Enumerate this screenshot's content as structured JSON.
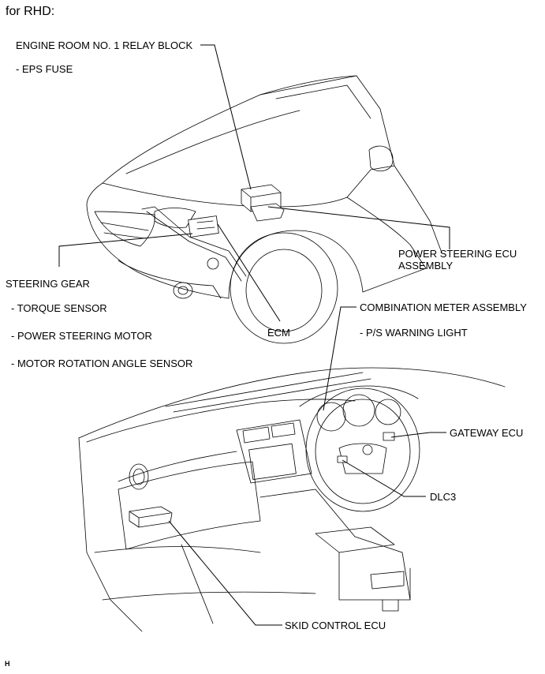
{
  "header": {
    "title": "for RHD:"
  },
  "labels": {
    "relay_block": "ENGINE ROOM NO. 1 RELAY BLOCK",
    "eps_fuse": "- EPS FUSE",
    "ps_ecu_line1": "POWER STEERING ECU",
    "ps_ecu_line2": "ASSEMBLY",
    "steering_gear": "STEERING GEAR",
    "torque_sensor": "- TORQUE SENSOR",
    "ps_motor": "- POWER STEERING MOTOR",
    "motor_angle_sensor": "- MOTOR ROTATION ANGLE SENSOR",
    "ecm": "ECM",
    "combination_meter": "COMBINATION METER ASSEMBLY",
    "ps_warning_light": "- P/S WARNING LIGHT",
    "gateway_ecu": "GATEWAY ECU",
    "dlc3": "DLC3",
    "skid_control_ecu": "SKID CONTROL ECU"
  },
  "footer": {
    "code": "H"
  }
}
